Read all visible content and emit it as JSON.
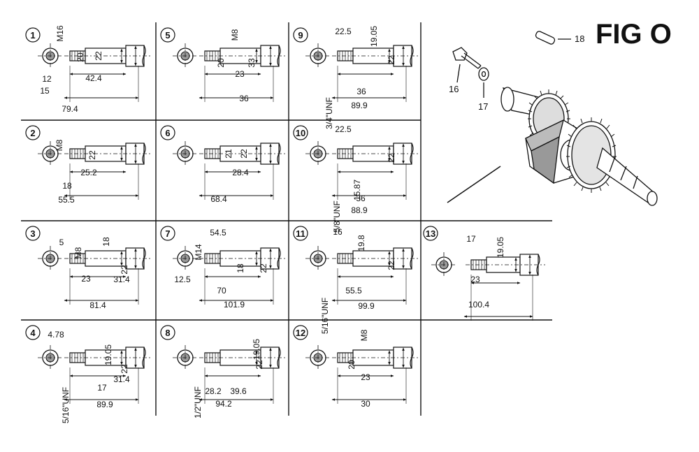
{
  "figure_title": "FIG O",
  "parts": [
    {
      "label": "16"
    },
    {
      "label": "17"
    },
    {
      "label": "18"
    }
  ],
  "variants": [
    {
      "id": "1",
      "dims": [
        "M16",
        "20",
        "22",
        "42.4",
        "12",
        "15",
        "79.4"
      ]
    },
    {
      "id": "2",
      "dims": [
        "M8",
        "22",
        "25.2",
        "18",
        "55.5"
      ]
    },
    {
      "id": "3",
      "dims": [
        "5",
        "M8",
        "18",
        "22",
        "23",
        "31.4",
        "81.4"
      ]
    },
    {
      "id": "4",
      "dims": [
        "4.78",
        "19.05",
        "22",
        "5/16\"UNF",
        "17",
        "31.4",
        "89.9"
      ]
    },
    {
      "id": "5",
      "dims": [
        "M8",
        "20",
        "33",
        "23",
        "36"
      ]
    },
    {
      "id": "6",
      "dims": [
        "21",
        "22",
        "28.4",
        "68.4"
      ]
    },
    {
      "id": "7",
      "dims": [
        "M14",
        "54.5",
        "18",
        "22",
        "12.5",
        "70",
        "101.9"
      ]
    },
    {
      "id": "8",
      "dims": [
        "19.05",
        "22",
        "1/2\"UNF",
        "28.2",
        "39.6",
        "94.2"
      ]
    },
    {
      "id": "9",
      "dims": [
        "22.5",
        "19.05",
        "22",
        "3/4\"UNF",
        "36",
        "89.9"
      ]
    },
    {
      "id": "10",
      "dims": [
        "22.5",
        "22",
        "15.87",
        "5/8\"UNF",
        "36",
        "88.9"
      ]
    },
    {
      "id": "11",
      "dims": [
        "16",
        "19.8",
        "22",
        "5/16\"UNF",
        "55.5",
        "99.9"
      ]
    },
    {
      "id": "12",
      "dims": [
        "M8",
        "20",
        "23",
        "30"
      ]
    },
    {
      "id": "13",
      "dims": [
        "17",
        "19.05",
        "23",
        "100.4"
      ]
    }
  ]
}
